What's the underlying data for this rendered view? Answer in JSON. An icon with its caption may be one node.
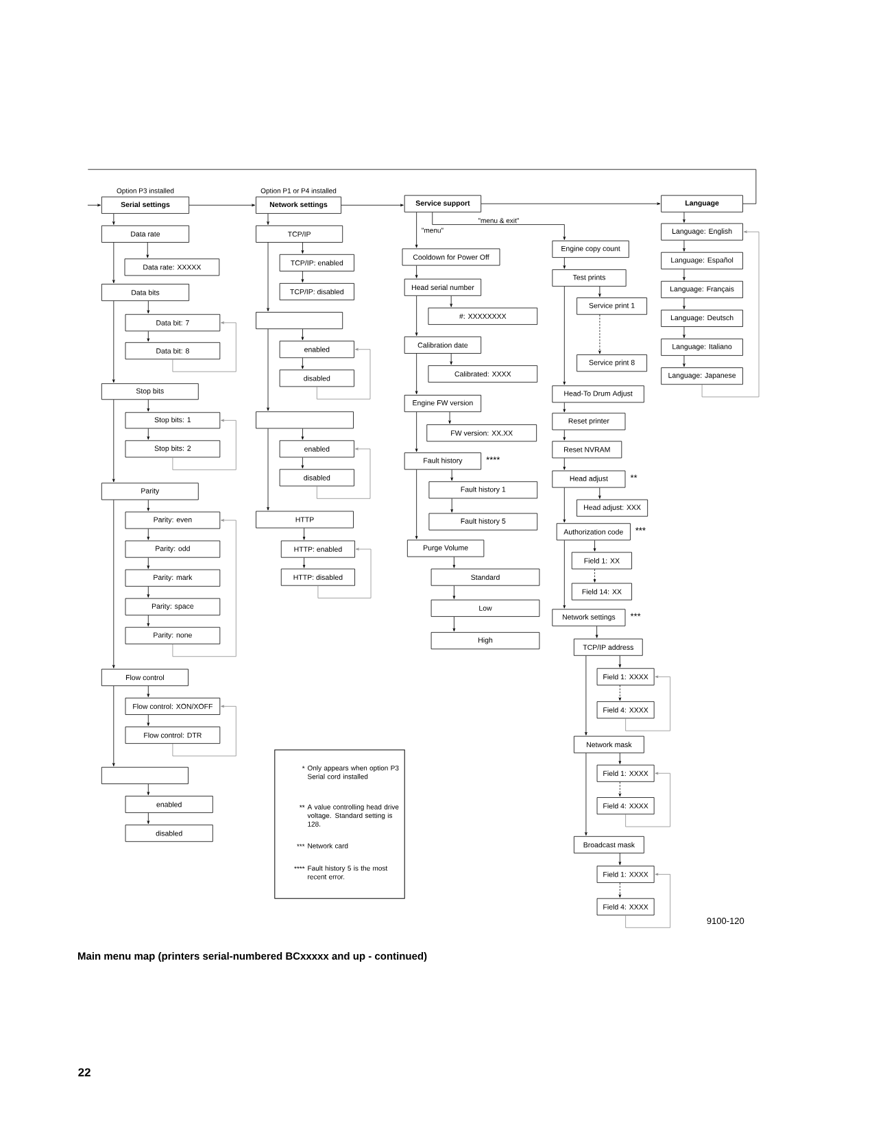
{
  "diagram": {
    "caption": "Main menu map (printers serial-numbered BCxxxxx and up - continued)",
    "nodes": [
      {
        "text": [
          "Serial settings"
        ],
        "beside": [
          "Option P3 installed"
        ]
      },
      {
        "text": [
          "Data rate"
        ]
      },
      {
        "text": [
          "Data rate: XXXXX"
        ]
      },
      {
        "text": [
          "Data bits"
        ]
      },
      {
        "text": [
          "Data bit: 7"
        ]
      },
      {
        "text": [
          "Data bit: 8"
        ]
      },
      {
        "text": [
          "Stop bits"
        ]
      },
      {
        "text": [
          "Stop bits: 1"
        ]
      },
      {
        "text": [
          "Stop bits: 2"
        ]
      },
      {
        "text": [
          "Parity"
        ]
      },
      {
        "text": [
          "Parity: even"
        ]
      },
      {
        "text": [
          "Parity: odd"
        ]
      },
      {
        "text": [
          "Parity: mark"
        ]
      },
      {
        "text": [
          "Parity: space"
        ]
      },
      {
        "text": [
          "Parity: none"
        ]
      },
      {
        "text": [
          "Flow control"
        ]
      },
      {
        "text": [
          "Flow control: XON/XOFF"
        ]
      },
      {
        "text": [
          "Flow control: DTR"
        ]
      },
      {
        "text": [],
        "shape": "box"
      },
      {
        "text": [
          "enabled"
        ]
      },
      {
        "text": [
          "disabled"
        ]
      },
      {
        "text": [
          "Network settings"
        ],
        "beside": [
          "Option P1 or P4 installed"
        ]
      },
      {
        "text": [
          "TCP/IP"
        ]
      },
      {
        "text": [
          "TCP/IP: enabled"
        ]
      },
      {
        "text": [
          "TCP/IP: disabled"
        ]
      },
      {
        "text": [],
        "shape": "box"
      },
      {
        "text": [
          "enabled"
        ]
      },
      {
        "text": [
          "disabled"
        ]
      },
      {
        "text": [],
        "shape": "box"
      },
      {
        "text": [
          "enabled"
        ]
      },
      {
        "text": [
          "disabled"
        ]
      },
      {
        "text": [
          "HTTP"
        ]
      },
      {
        "text": [
          "HTTP: enabled"
        ]
      },
      {
        "text": [
          "HTTP: disabled"
        ]
      },
      {
        "text": [
          "Service support"
        ]
      },
      {
        "text": [
          "Cooldown for Power Off"
        ]
      },
      {
        "text": [
          "Head serial number"
        ]
      },
      {
        "text": [
          "#: XXXXXXXX"
        ]
      },
      {
        "text": [
          "Calibration date"
        ]
      },
      {
        "text": [
          "Calibrated: XXXX"
        ]
      },
      {
        "text": [
          "Engine FW version"
        ]
      },
      {
        "text": [
          "FW version: XX.XX"
        ]
      },
      {
        "text": [
          "Fault history"
        ],
        "beside": [
          "****"
        ]
      },
      {
        "text": [
          "Fault history 1"
        ]
      },
      {
        "text": [
          "Fault history 5"
        ]
      },
      {
        "text": [
          "Purge Volume"
        ]
      },
      {
        "text": [
          "Standard"
        ]
      },
      {
        "text": [
          "Low"
        ]
      },
      {
        "text": [
          "High"
        ]
      },
      {
        "text": [
          "Engine copy count"
        ]
      },
      {
        "text": [
          "Test prints"
        ]
      },
      {
        "text": [
          "Service print 1"
        ]
      },
      {
        "text": [
          "Service print 8"
        ]
      },
      {
        "text": [
          "Head-To Drum Adjust"
        ]
      },
      {
        "text": [
          "Reset printer"
        ]
      },
      {
        "text": [
          "Reset NVRAM"
        ]
      },
      {
        "text": [
          "Head adjust"
        ],
        "beside": [
          "**"
        ]
      },
      {
        "text": [
          "Head adjust: XXX"
        ]
      },
      {
        "text": [
          "Authorization code"
        ],
        "beside": [
          "***"
        ]
      },
      {
        "text": [
          "Field 1: XX"
        ]
      },
      {
        "text": [
          "Field 14: XX"
        ]
      },
      {
        "text": [
          "Network settings"
        ],
        "beside": [
          "***"
        ]
      },
      {
        "text": [
          "TCP/IP address"
        ]
      },
      {
        "text": [
          "Field 1: XXXX"
        ]
      },
      {
        "text": [
          "Field 4: XXXX"
        ]
      },
      {
        "text": [
          "Network mask"
        ]
      },
      {
        "text": [
          "Field 1: XXXX"
        ]
      },
      {
        "text": [
          "Field 4: XXXX"
        ]
      },
      {
        "text": [
          "Broadcast mask"
        ]
      },
      {
        "text": [
          "Field 1: XXXX"
        ]
      },
      {
        "text": [
          "Field 4: XXXX"
        ]
      },
      {
        "text": [
          "Language"
        ]
      },
      {
        "text": [
          "Language: English"
        ]
      },
      {
        "text": [
          "Language: Español"
        ]
      },
      {
        "text": [
          "Language: Français"
        ]
      },
      {
        "text": [
          "Language: Deutsch"
        ]
      },
      {
        "text": [
          "Language: Italiano"
        ]
      },
      {
        "text": [
          "Language: Japanese"
        ]
      },
      {
        "text": [
          "*",
          "Only appears when option P3 Serial cord installed",
          "**",
          "A value controlling head drive voltage.  Standard setting is 128.",
          "***",
          "Network card",
          "****",
          "Fault history 5 is the most recent error."
        ]
      }
    ],
    "edges": [
      {
        "from": 0,
        "to": 21,
        "arrow": "to"
      },
      {
        "from": 21,
        "to": 34,
        "arrow": "to"
      },
      {
        "from": 34,
        "to": 71,
        "arrow": "to"
      },
      {
        "from": null,
        "to": 0,
        "arrow": "to"
      },
      {
        "from": 71,
        "to": null,
        "arrow": "none"
      },
      {
        "from": 0,
        "to": 1,
        "arrow": "to"
      },
      {
        "from": 1,
        "to": 2,
        "arrow": "to"
      },
      {
        "from": 1,
        "to": 3,
        "arrow": "to"
      },
      {
        "from": 3,
        "to": 4,
        "arrow": "to"
      },
      {
        "from": 4,
        "to": 5,
        "arrow": "to"
      },
      {
        "from": 5,
        "to": 4,
        "arrow": "to",
        "color": "#8c8c8c"
      },
      {
        "from": 3,
        "to": 6,
        "arrow": "to"
      },
      {
        "from": 6,
        "to": 7,
        "arrow": "to"
      },
      {
        "from": 7,
        "to": 8,
        "arrow": "to"
      },
      {
        "from": 8,
        "to": 7,
        "arrow": "to",
        "color": "#8c8c8c"
      },
      {
        "from": 6,
        "to": 9,
        "arrow": "to"
      },
      {
        "from": 9,
        "to": 10,
        "arrow": "to"
      },
      {
        "from": 10,
        "to": 11,
        "arrow": "to"
      },
      {
        "from": 11,
        "to": 12,
        "arrow": "to"
      },
      {
        "from": 12,
        "to": 13,
        "arrow": "to"
      },
      {
        "from": 13,
        "to": 14,
        "arrow": "to"
      },
      {
        "from": 14,
        "to": 10,
        "arrow": "to",
        "color": "#8c8c8c"
      },
      {
        "from": 9,
        "to": 15,
        "arrow": "to"
      },
      {
        "from": 15,
        "to": 16,
        "arrow": "to"
      },
      {
        "from": 16,
        "to": 17,
        "arrow": "to"
      },
      {
        "from": 17,
        "to": 16,
        "arrow": "to",
        "color": "#8c8c8c"
      },
      {
        "from": 15,
        "to": 18,
        "arrow": "to"
      },
      {
        "from": 18,
        "to": 19,
        "arrow": "to"
      },
      {
        "from": 19,
        "to": 20,
        "arrow": "to"
      },
      {
        "from": 21,
        "to": 22,
        "arrow": "to"
      },
      {
        "from": 22,
        "to": 23,
        "arrow": "to"
      },
      {
        "from": 23,
        "to": 24,
        "arrow": "to"
      },
      {
        "from": 22,
        "to": 25,
        "arrow": "to"
      },
      {
        "from": 25,
        "to": 26,
        "arrow": "to"
      },
      {
        "from": 26,
        "to": 27,
        "arrow": "to"
      },
      {
        "from": 27,
        "to": 26,
        "arrow": "to",
        "color": "#8c8c8c"
      },
      {
        "from": 25,
        "to": 28,
        "arrow": "to"
      },
      {
        "from": 28,
        "to": 29,
        "arrow": "to"
      },
      {
        "from": 29,
        "to": 30,
        "arrow": "to"
      },
      {
        "from": 30,
        "to": 29,
        "arrow": "to",
        "color": "#8c8c8c"
      },
      {
        "from": 28,
        "to": 31,
        "arrow": "to"
      },
      {
        "from": 31,
        "to": 32,
        "arrow": "to"
      },
      {
        "from": 32,
        "to": 33,
        "arrow": "to"
      },
      {
        "from": 33,
        "to": 32,
        "arrow": "to",
        "color": "#8c8c8c"
      },
      {
        "from": 34,
        "to": 35,
        "arrow": "to",
        "label": "\"menu\""
      },
      {
        "from": 34,
        "to": 49,
        "arrow": "to",
        "label": "\"menu & exit\""
      },
      {
        "from": 35,
        "to": 36,
        "arrow": "to"
      },
      {
        "from": 36,
        "to": 37,
        "arrow": "to"
      },
      {
        "from": 36,
        "to": 38,
        "arrow": "to"
      },
      {
        "from": 38,
        "to": 39,
        "arrow": "to"
      },
      {
        "from": 38,
        "to": 40,
        "arrow": "to"
      },
      {
        "from": 40,
        "to": 41,
        "arrow": "to"
      },
      {
        "from": 40,
        "to": 42,
        "arrow": "to"
      },
      {
        "from": 42,
        "to": 43,
        "arrow": "to"
      },
      {
        "from": 43,
        "to": 44,
        "arrow": "to"
      },
      {
        "from": 42,
        "to": 45,
        "arrow": "to"
      },
      {
        "from": 45,
        "to": 46,
        "arrow": "to"
      },
      {
        "from": 46,
        "to": 47,
        "arrow": "to"
      },
      {
        "from": 47,
        "to": 48,
        "arrow": "to"
      },
      {
        "from": 49,
        "to": 50,
        "arrow": "to"
      },
      {
        "from": 50,
        "to": 51,
        "arrow": "to"
      },
      {
        "from": 51,
        "to": 52,
        "arrow": "to",
        "style": "dashed"
      },
      {
        "from": 50,
        "to": 53,
        "arrow": "to"
      },
      {
        "from": 53,
        "to": 54,
        "arrow": "to"
      },
      {
        "from": 54,
        "to": 55,
        "arrow": "to"
      },
      {
        "from": 55,
        "to": 56,
        "arrow": "to"
      },
      {
        "from": 56,
        "to": 57,
        "arrow": "to"
      },
      {
        "from": 56,
        "to": 58,
        "arrow": "to"
      },
      {
        "from": 58,
        "to": 59,
        "arrow": "to"
      },
      {
        "from": 59,
        "to": 60,
        "arrow": "to",
        "style": "dashed"
      },
      {
        "from": 58,
        "to": 61,
        "arrow": "to"
      },
      {
        "from": 61,
        "to": 62,
        "arrow": "to"
      },
      {
        "from": 62,
        "to": 63,
        "arrow": "to"
      },
      {
        "from": 63,
        "to": 64,
        "arrow": "to",
        "style": "dashed"
      },
      {
        "from": 64,
        "to": 63,
        "arrow": "to",
        "color": "#8c8c8c"
      },
      {
        "from": 62,
        "to": 65,
        "arrow": "to"
      },
      {
        "from": 65,
        "to": 66,
        "arrow": "to"
      },
      {
        "from": 66,
        "to": 67,
        "arrow": "to",
        "style": "dashed"
      },
      {
        "from": 67,
        "to": 66,
        "arrow": "to",
        "color": "#8c8c8c"
      },
      {
        "from": 65,
        "to": 68,
        "arrow": "to"
      },
      {
        "from": 68,
        "to": 69,
        "arrow": "to"
      },
      {
        "from": 69,
        "to": 70,
        "arrow": "to",
        "style": "dashed"
      },
      {
        "from": 70,
        "to": 69,
        "arrow": "to",
        "color": "#8c8c8c"
      },
      {
        "from": 71,
        "to": 72,
        "arrow": "to"
      },
      {
        "from": 72,
        "to": 73,
        "arrow": "to"
      },
      {
        "from": 73,
        "to": 74,
        "arrow": "to"
      },
      {
        "from": 74,
        "to": 75,
        "arrow": "to"
      },
      {
        "from": 75,
        "to": 76,
        "arrow": "to"
      },
      {
        "from": 76,
        "to": 77,
        "arrow": "to"
      },
      {
        "from": 77,
        "to": 72,
        "arrow": "to",
        "color": "#8c8c8c"
      }
    ],
    "labels": [
      "9100-120",
      "22"
    ]
  }
}
